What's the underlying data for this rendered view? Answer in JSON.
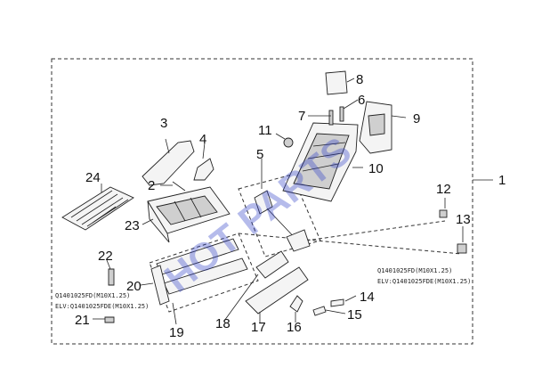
{
  "callouts": {
    "n1": "1",
    "n2": "2",
    "n3": "3",
    "n4": "4",
    "n5": "5",
    "n6": "6",
    "n7": "7",
    "n8": "8",
    "n9": "9",
    "n10": "10",
    "n11": "11",
    "n12": "12",
    "n13": "13",
    "n14": "14",
    "n15": "15",
    "n16": "16",
    "n17": "17",
    "n18": "18",
    "n19": "19",
    "n20": "20",
    "n21": "21",
    "n22": "22",
    "n23": "23",
    "n24": "24"
  },
  "specs": {
    "right_line1": "Q1401025FD(M10X1.25)",
    "right_line2": "ELV:Q1401025FDE(M10X1.25)",
    "left_line1": "Q1401025FD(M10X1.25)",
    "left_line2": "ELV:Q1401025FDE(M10X1.25)"
  },
  "watermark": "HOT PARTS",
  "colors": {
    "watermark": "#2f3fc8",
    "line": "#222222"
  }
}
